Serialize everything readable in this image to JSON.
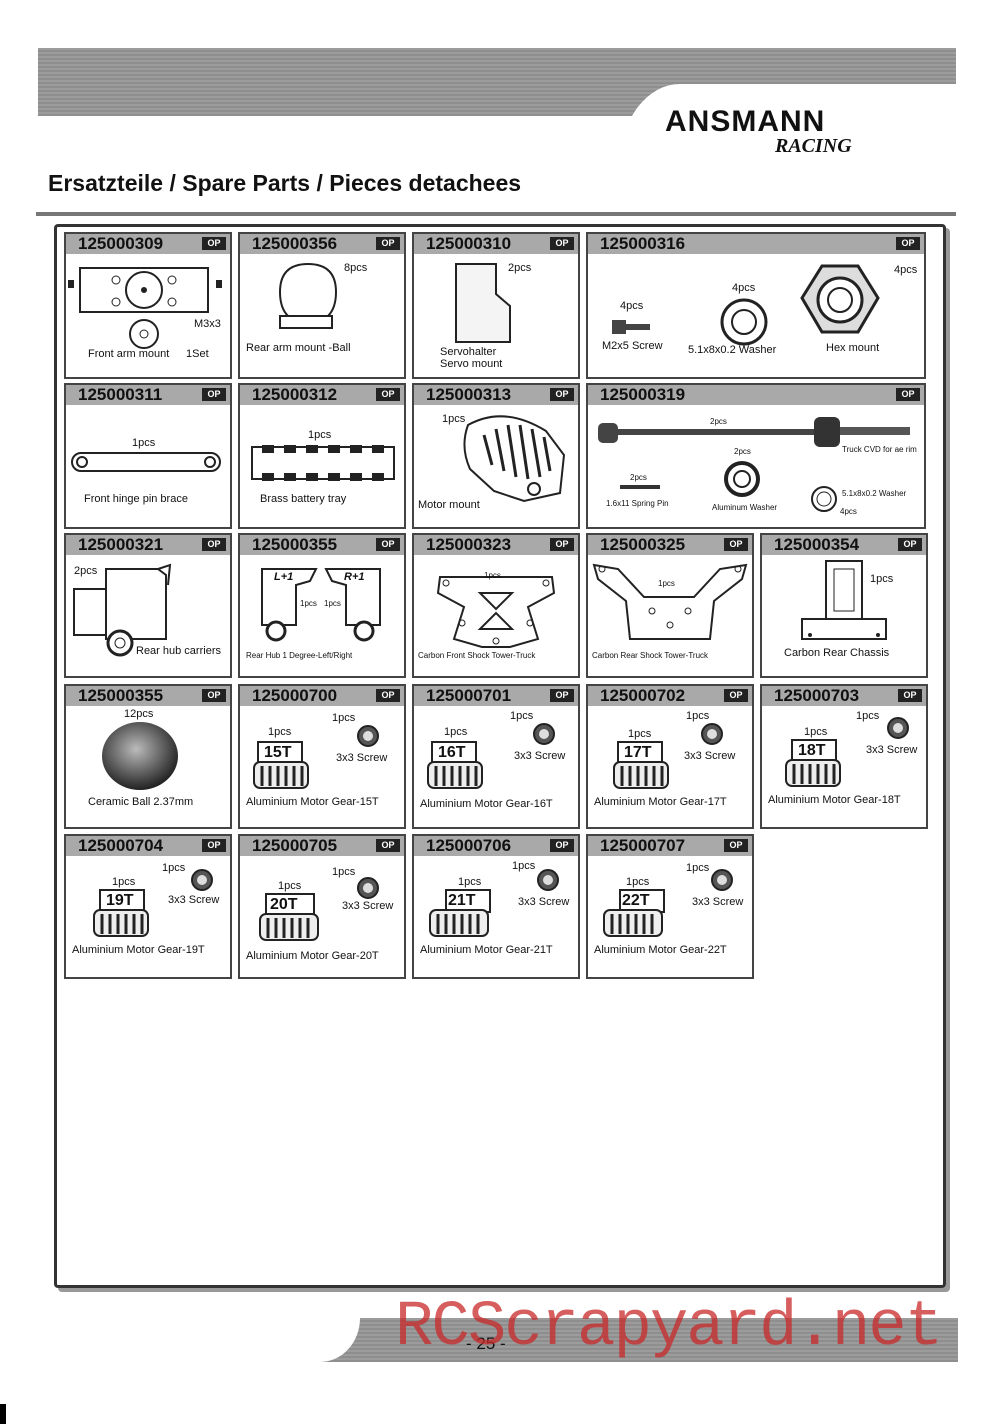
{
  "brand": {
    "name": "ANSMANN",
    "sub": "RACING"
  },
  "title": "Ersatzteile / Spare Parts / Pieces detachees",
  "op": "OP",
  "parts": [
    {
      "no": "125000309",
      "labels": [
        "M3x3",
        "Front arm mount",
        "1Set"
      ]
    },
    {
      "no": "125000356",
      "labels": [
        "8pcs",
        "Rear arm mount -Ball"
      ]
    },
    {
      "no": "125000310",
      "labels": [
        "2pcs",
        "Servohalter",
        "Servo mount"
      ]
    },
    {
      "no": "125000316",
      "labels": [
        "4pcs",
        "4pcs",
        "4pcs",
        "M2x5 Screw",
        "5.1x8x0.2  Washer",
        "Hex mount"
      ]
    },
    {
      "no": "125000311",
      "labels": [
        "1pcs",
        "Front hinge pin brace"
      ]
    },
    {
      "no": "125000312",
      "labels": [
        "1pcs",
        "Brass battery tray"
      ]
    },
    {
      "no": "125000313",
      "labels": [
        "1pcs",
        "Motor mount"
      ]
    },
    {
      "no": "125000319",
      "labels": [
        "2pcs",
        "Truck CVD for ae rim",
        "2pcs",
        "2pcs",
        "1.6x11 Spring Pin",
        "Aluminum Washer",
        "5.1x8x0.2  Washer",
        "4pcs"
      ]
    },
    {
      "no": "125000321",
      "labels": [
        "2pcs",
        "Rear hub carriers"
      ]
    },
    {
      "no": "125000355",
      "labels": [
        "L+1",
        "R+1",
        "1pcs",
        "1pcs",
        "Rear Hub 1 Degree-Left/Right"
      ]
    },
    {
      "no": "125000323",
      "labels": [
        "1pcs",
        "Carbon Front Shock Tower-Truck"
      ]
    },
    {
      "no": "125000325",
      "labels": [
        "1pcs",
        "Carbon Rear Shock Tower-Truck"
      ]
    },
    {
      "no": "125000354",
      "labels": [
        "1pcs",
        "Carbon Rear Chassis"
      ]
    },
    {
      "no": "125000355",
      "labels": [
        "12pcs",
        "Ceramic Ball 2.37mm"
      ]
    },
    {
      "no": "125000700",
      "labels": [
        "1pcs",
        "1pcs",
        "3x3 Screw",
        "15T",
        "Aluminium Motor Gear-15T"
      ]
    },
    {
      "no": "125000701",
      "labels": [
        "1pcs",
        "1pcs",
        "3x3 Screw",
        "16T",
        "Aluminium Motor Gear-16T"
      ]
    },
    {
      "no": "125000702",
      "labels": [
        "1pcs",
        "1pcs",
        "3x3 Screw",
        "17T",
        "Aluminium Motor Gear-17T"
      ]
    },
    {
      "no": "125000703",
      "labels": [
        "1pcs",
        "1pcs",
        "3x3 Screw",
        "18T",
        "Aluminium Motor Gear-18T"
      ]
    },
    {
      "no": "125000704",
      "labels": [
        "1pcs",
        "1pcs",
        "3x3 Screw",
        "19T",
        "Aluminium Motor Gear-19T"
      ]
    },
    {
      "no": "125000705",
      "labels": [
        "1pcs",
        "1pcs",
        "3x3 Screw",
        "20T",
        "Aluminium Motor Gear-20T"
      ]
    },
    {
      "no": "125000706",
      "labels": [
        "1pcs",
        "1pcs",
        "3x3 Screw",
        "21T",
        "Aluminium Motor Gear-21T"
      ]
    },
    {
      "no": "125000707",
      "labels": [
        "1pcs",
        "1pcs",
        "3x3 Screw",
        "22T",
        "Aluminium Motor Gear-22T"
      ]
    }
  ],
  "page_number": "- 25 -",
  "watermark": "RCScrapyard.net"
}
